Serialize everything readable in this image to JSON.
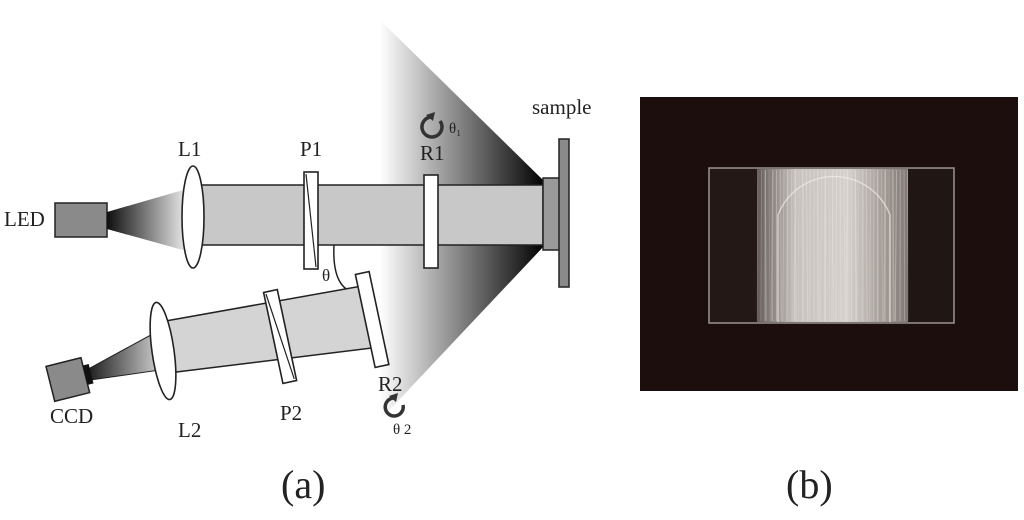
{
  "diagram": {
    "labels": {
      "led": "LED",
      "l1": "L1",
      "p1": "P1",
      "r1": "R1",
      "theta1": "θ₁",
      "sample": "sample",
      "theta": "θ",
      "r2": "R2",
      "theta2": "θ 2",
      "p2": "P2",
      "l2": "L2",
      "ccd": "CCD"
    },
    "colors": {
      "beam": "#c8c8c8",
      "component": "#8a8a8a",
      "outline": "#222222",
      "photo_background": "#1c0e0c"
    }
  },
  "captions": {
    "a": "(a)",
    "b": "(b)"
  }
}
